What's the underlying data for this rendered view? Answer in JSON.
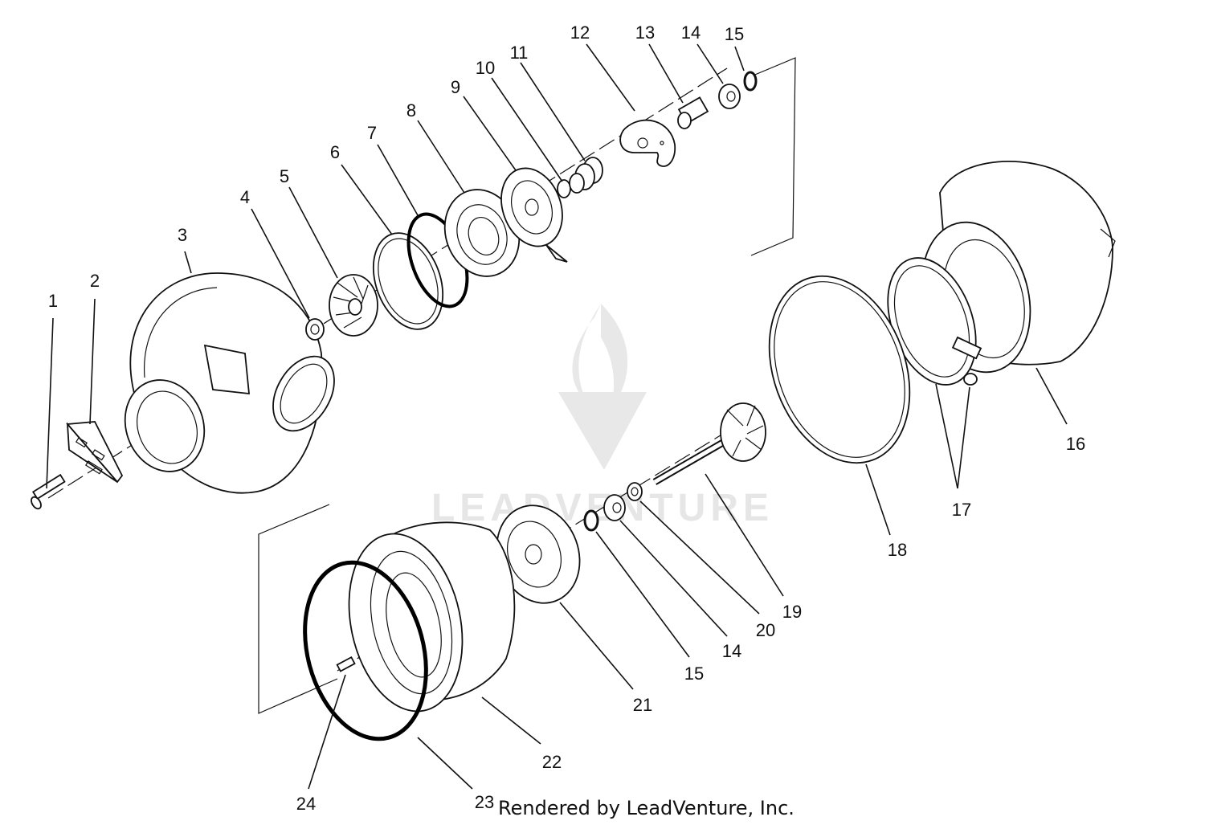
{
  "watermark": {
    "brand": "LEADVENTURE"
  },
  "credit": "Rendered by LeadVenture, Inc.",
  "callouts": [
    "1",
    "2",
    "3",
    "4",
    "5",
    "6",
    "7",
    "8",
    "9",
    "10",
    "11",
    "12",
    "13",
    "14",
    "15",
    "14",
    "15",
    "16",
    "17",
    "18",
    "19",
    "20",
    "21",
    "22",
    "23",
    "24"
  ]
}
